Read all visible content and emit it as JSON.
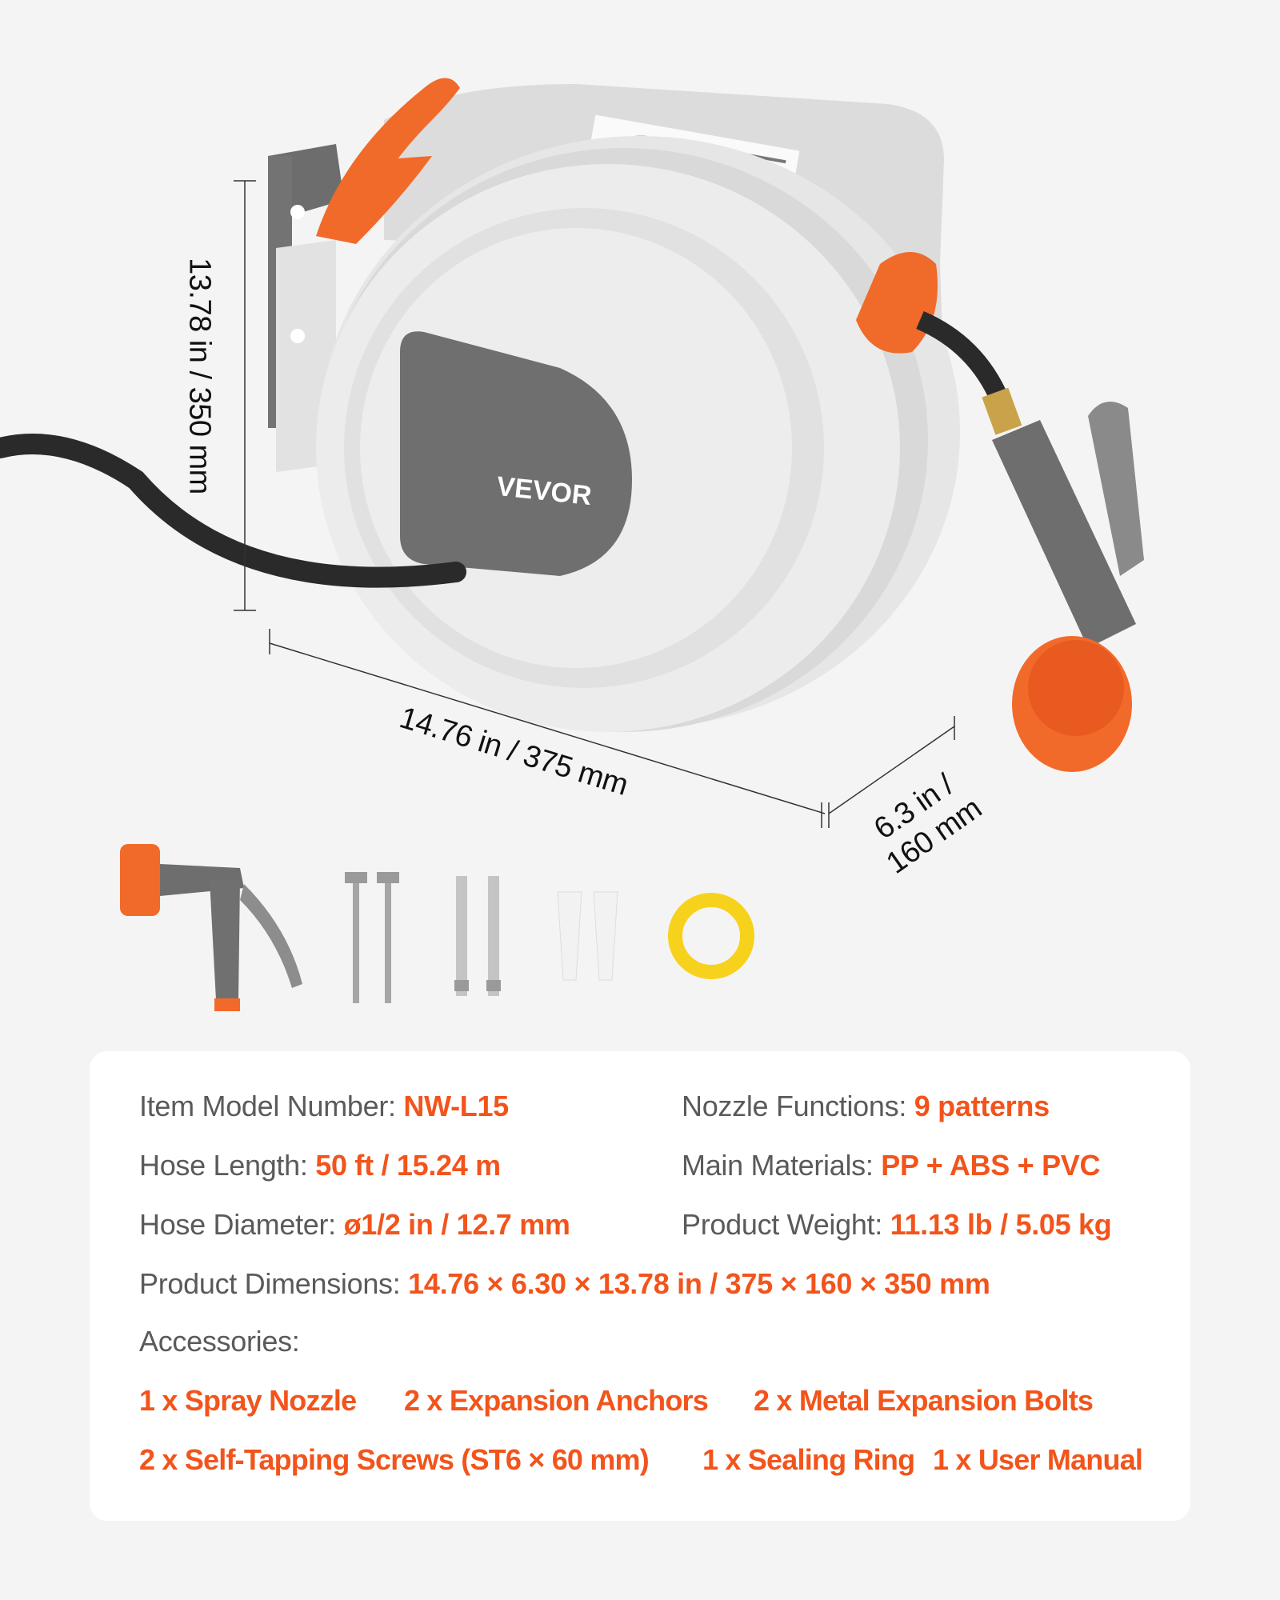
{
  "brand": "VEVOR",
  "dimensions": {
    "height": "13.78 in / 350 mm",
    "width": "14.76 in / 375 mm",
    "depth_line1": "6.3 in /",
    "depth_line2": "160 mm"
  },
  "specs": {
    "model": {
      "label": "Item Model Number: ",
      "value": "NW-L15"
    },
    "nozzle": {
      "label": "Nozzle Functions: ",
      "value": "9 patterns"
    },
    "hose_length": {
      "label": "Hose Length: ",
      "value": "50 ft / 15.24 m"
    },
    "materials": {
      "label": "Main Materials: ",
      "value": "PP + ABS + PVC"
    },
    "hose_diameter": {
      "label": "Hose Diameter: ",
      "value": "ø1/2 in / 12.7 mm"
    },
    "weight": {
      "label": "Product Weight: ",
      "value": "11.13 lb / 5.05 kg"
    },
    "dimensions": {
      "label": "Product Dimensions: ",
      "value": "14.76 × 6.30 × 13.78 in / 375 × 160 × 350 mm"
    },
    "accessories_label": "Accessories:"
  },
  "accessories": [
    "1 x Spray Nozzle",
    "2 x Expansion Anchors",
    "2 x Metal Expansion Bolts",
    "2 x Self-Tapping Screws (ST6 × 60 mm)",
    "1 x Sealing Ring",
    "1 x User Manual"
  ],
  "colors": {
    "accent": "#f2541b",
    "label_text": "#5a5a5a",
    "background": "#f4f4f4",
    "panel": "#ffffff"
  }
}
